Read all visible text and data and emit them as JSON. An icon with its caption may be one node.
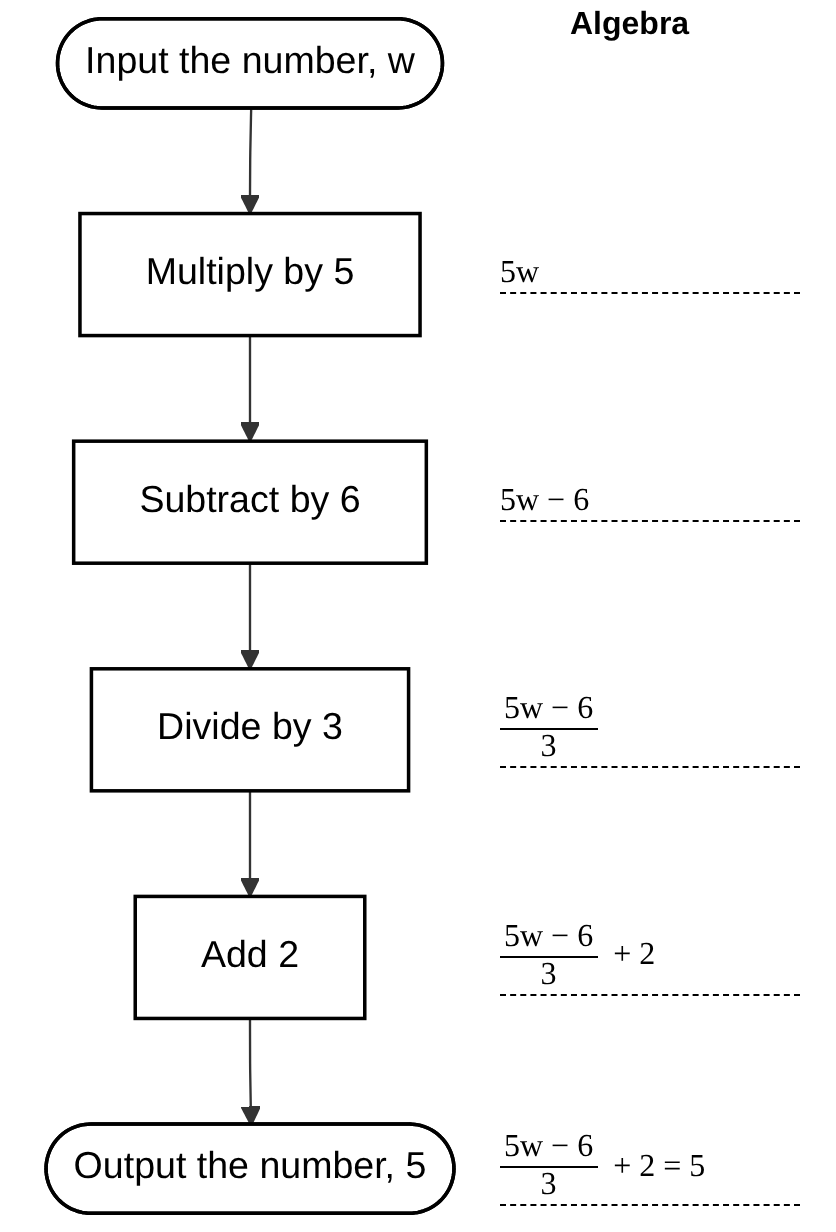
{
  "diagram": {
    "title": "Algebra",
    "nodes": [
      {
        "text": [
          "Input the number, w"
        ]
      },
      {
        "text": [
          "Multiply by 5"
        ]
      },
      {
        "text": [
          "Subtract by 6"
        ]
      },
      {
        "text": [
          "Divide by 3"
        ]
      },
      {
        "text": [
          "Add 2"
        ]
      },
      {
        "text": [
          "Output the number, 5"
        ]
      }
    ],
    "edges": [
      {
        "from": 0,
        "to": 1,
        "arrow": "to"
      },
      {
        "from": 1,
        "to": 2,
        "arrow": "to"
      },
      {
        "from": 2,
        "to": 3,
        "arrow": "to"
      },
      {
        "from": 3,
        "to": 4,
        "arrow": "to"
      },
      {
        "from": 4,
        "to": 5,
        "arrow": "to"
      }
    ],
    "labels": [
      "5w",
      "5w − 6",
      "5w − 6",
      "3",
      "5w − 6",
      "3",
      "+ 2",
      "5w − 6",
      "3",
      "+ 2 = 5"
    ]
  }
}
